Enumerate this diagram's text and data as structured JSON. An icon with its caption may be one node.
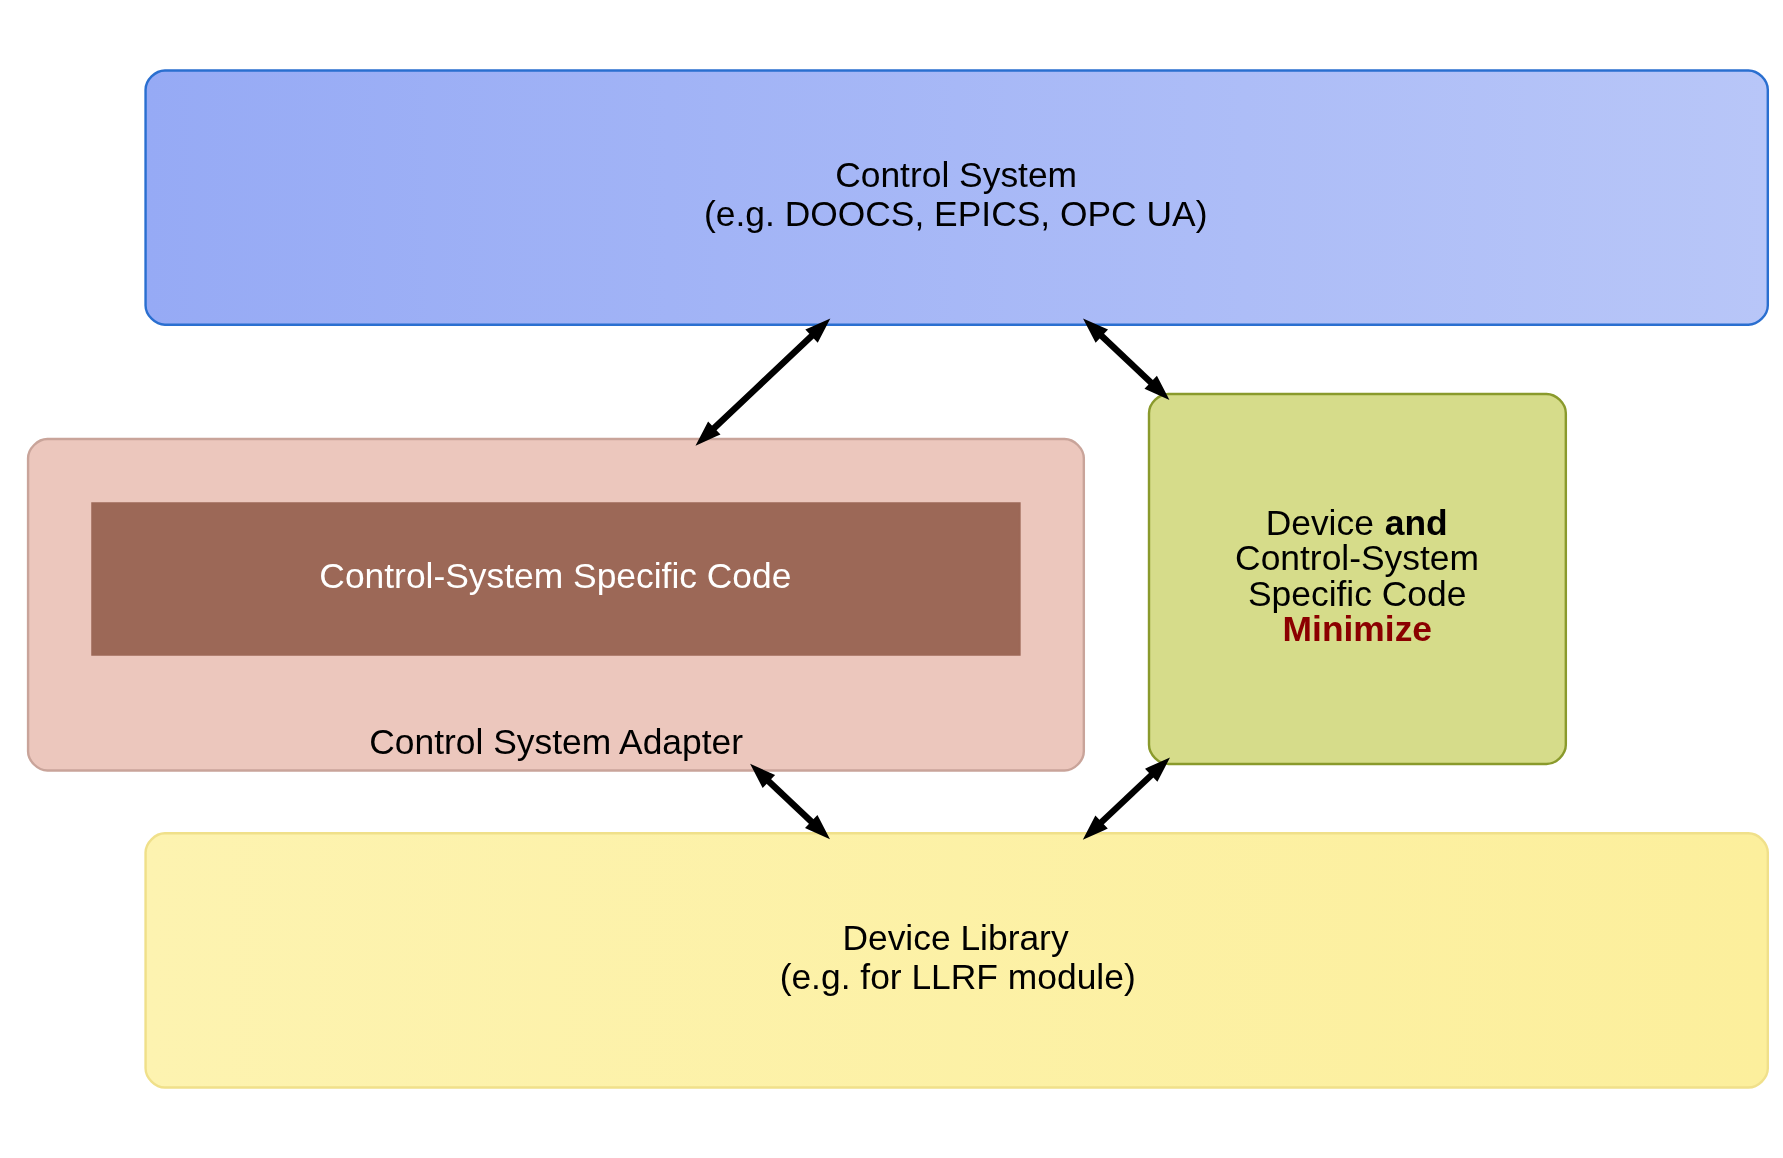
{
  "diagram": {
    "nodes": [
      {
        "text": [
          "Control System",
          "(e.g. DOOCS, EPICS, OPC UA)"
        ]
      },
      {
        "text": [
          "Control System Adapter"
        ]
      },
      {
        "text": [
          "Control-System Specific Code"
        ],
        "in": 1
      },
      {
        "text": [
          "Device **and** Control-System Specific Code",
          "Minimize"
        ]
      },
      {
        "text": [
          "Device Library",
          "(e.g. for LLRF module)"
        ]
      }
    ],
    "edges": [
      {
        "from": 0,
        "to": 1,
        "arrow": "both"
      },
      {
        "from": 0,
        "to": 3,
        "arrow": "both"
      },
      {
        "from": 1,
        "to": 4,
        "arrow": "both"
      },
      {
        "from": 3,
        "to": 4,
        "arrow": "both"
      }
    ]
  }
}
